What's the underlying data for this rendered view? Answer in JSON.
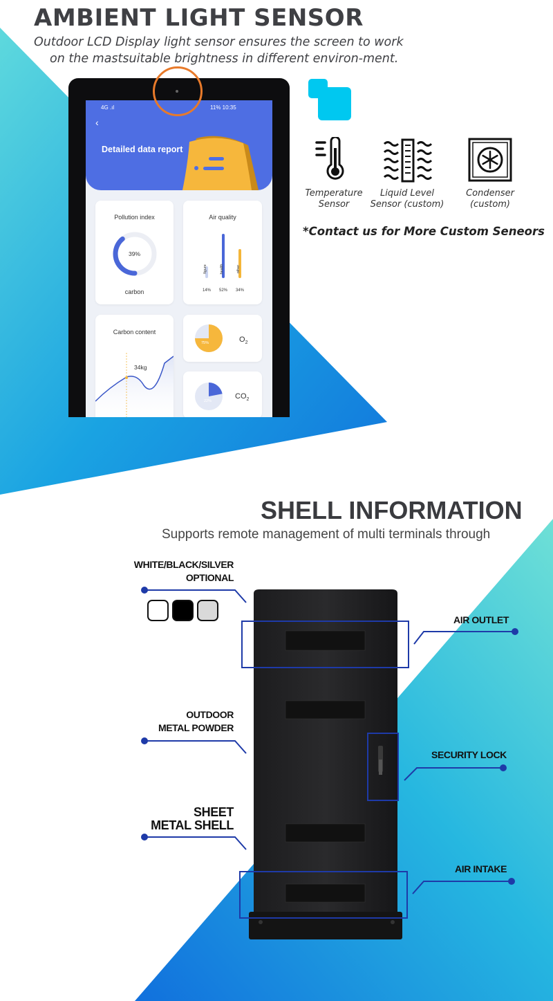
{
  "ambient": {
    "title": "AMBIENT LIGHT SENSOR",
    "subtitle_line1": "Outdoor LCD Display light sensor ensures the screen to work",
    "subtitle_line2": "on the mastsuitable brightness in different environ-ment."
  },
  "phone": {
    "status_left": "4G .ıl",
    "status_right": "11% 10:35",
    "back_icon": "chevron-left-icon",
    "header_title": "Detailed data report",
    "pollution": {
      "title": "Pollution index",
      "value": 39,
      "value_label": "39%",
      "caption": "carbon"
    },
    "air_quality": {
      "title": "Air quality",
      "bars": [
        {
          "name": "figure",
          "value": 14,
          "label": "14%",
          "color": "#c9d3f0"
        },
        {
          "name": "health",
          "value": 52,
          "label": "52%",
          "color": "#4a67d8"
        },
        {
          "name": "other",
          "value": 34,
          "label": "34%",
          "color": "#f4b63a"
        }
      ]
    },
    "carbon": {
      "title": "Carbon content",
      "marker": "34kg"
    },
    "o2": {
      "label": "O",
      "sub": "2",
      "value": 75,
      "value_label": "75%",
      "color": "#f6b73c"
    },
    "co2": {
      "label": "CO",
      "sub": "2",
      "value": 22,
      "value_label": "22%",
      "color": "#4a67d8"
    }
  },
  "sensors": [
    {
      "icon": "thermometer-icon",
      "line1": "Temperature",
      "line2": "Sensor"
    },
    {
      "icon": "liquid-level-icon",
      "line1": "Liquid Level",
      "line2": "Sensor (custom)"
    },
    {
      "icon": "condenser-icon",
      "line1": "Condenser",
      "line2": "(custom)"
    }
  ],
  "contact": "*Contact us for More Custom Seneors",
  "shell": {
    "title": "SHELL INFORMATION",
    "subtitle": "Supports remote management of multi terminals through",
    "color_line1": "WHITE/BLACK/SILVER",
    "color_line2": "OPTIONAL",
    "swatches": [
      "#ffffff",
      "#000000",
      "#d9d9d9"
    ],
    "powder_line1": "OUTDOOR",
    "powder_line2": "METAL POWDER",
    "sheet_line1": "SHEET",
    "sheet_line2": "METAL SHELL",
    "air_outlet": "AIR OUTLET",
    "security_lock": "SECURITY LOCK",
    "air_intake": "AIR INTAKE"
  },
  "colors": {
    "accent_blue": "#1e3aa8",
    "cyan": "#00c8f0",
    "orange": "#e87a2a"
  }
}
